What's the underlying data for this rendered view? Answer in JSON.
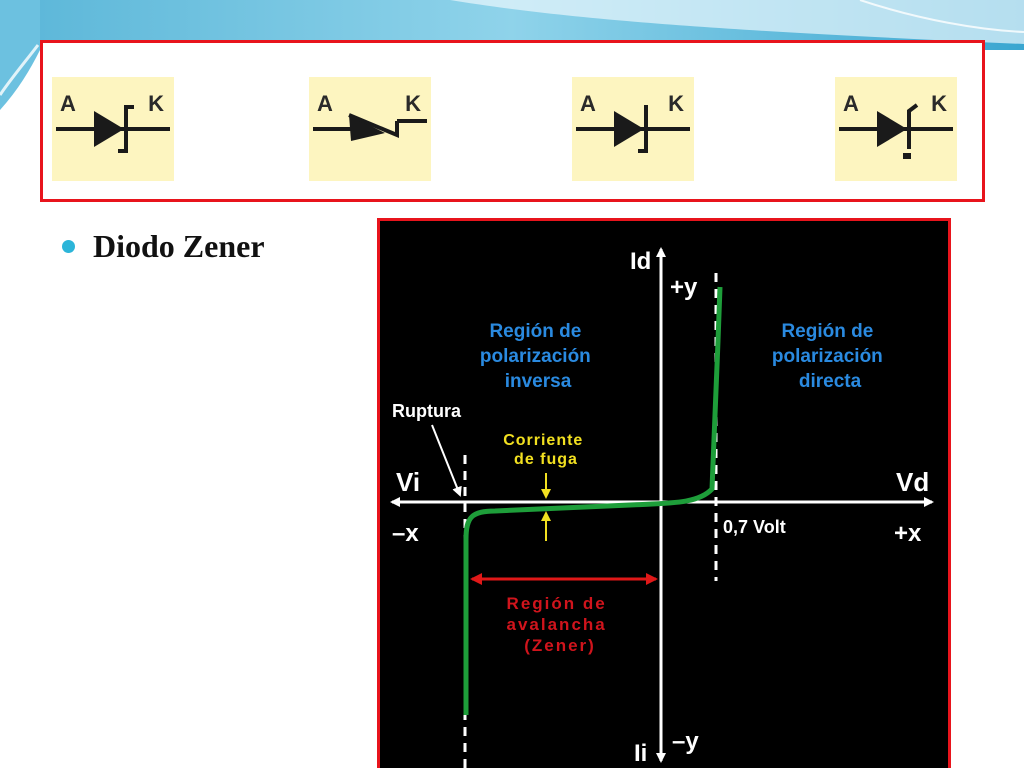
{
  "slide": {
    "bullet_text": "Diodo Zener"
  },
  "symbols": [
    {
      "anode": "A",
      "cathode": "K",
      "variant": "z-bar"
    },
    {
      "anode": "A",
      "cathode": "K",
      "variant": "tilted"
    },
    {
      "anode": "A",
      "cathode": "K",
      "variant": "half-bar"
    },
    {
      "anode": "A",
      "cathode": "K",
      "variant": "bent-bar"
    }
  ],
  "diagram": {
    "labels": {
      "id_axis": "Id",
      "plus_y": "+y",
      "minus_y": "–y",
      "ii_axis": "Ii",
      "vi_axis": "Vi",
      "vd_axis": "Vd",
      "minus_x": "–x",
      "plus_x": "+x",
      "reverse_region": [
        "Región de",
        "polarización",
        "inversa"
      ],
      "forward_region": [
        "Región de",
        "polarización",
        "directa"
      ],
      "breakdown": "Ruptura",
      "leakage_current": [
        "Corriente",
        "de fuga"
      ],
      "threshold_voltage": "0,7 Volt",
      "avalanche_region": [
        "Región de",
        "avalancha",
        "(Zener)"
      ]
    }
  },
  "colors": {
    "frame_border": "#e8141c",
    "accent_blue": "#2cb5d9",
    "curve_green": "#1e9e3a",
    "region_text_blue": "#2a8ae0",
    "avalanche_text_red": "#d0141c",
    "leakage_text_yellow": "#f2e020",
    "symbol_background": "#fdf5c0"
  }
}
